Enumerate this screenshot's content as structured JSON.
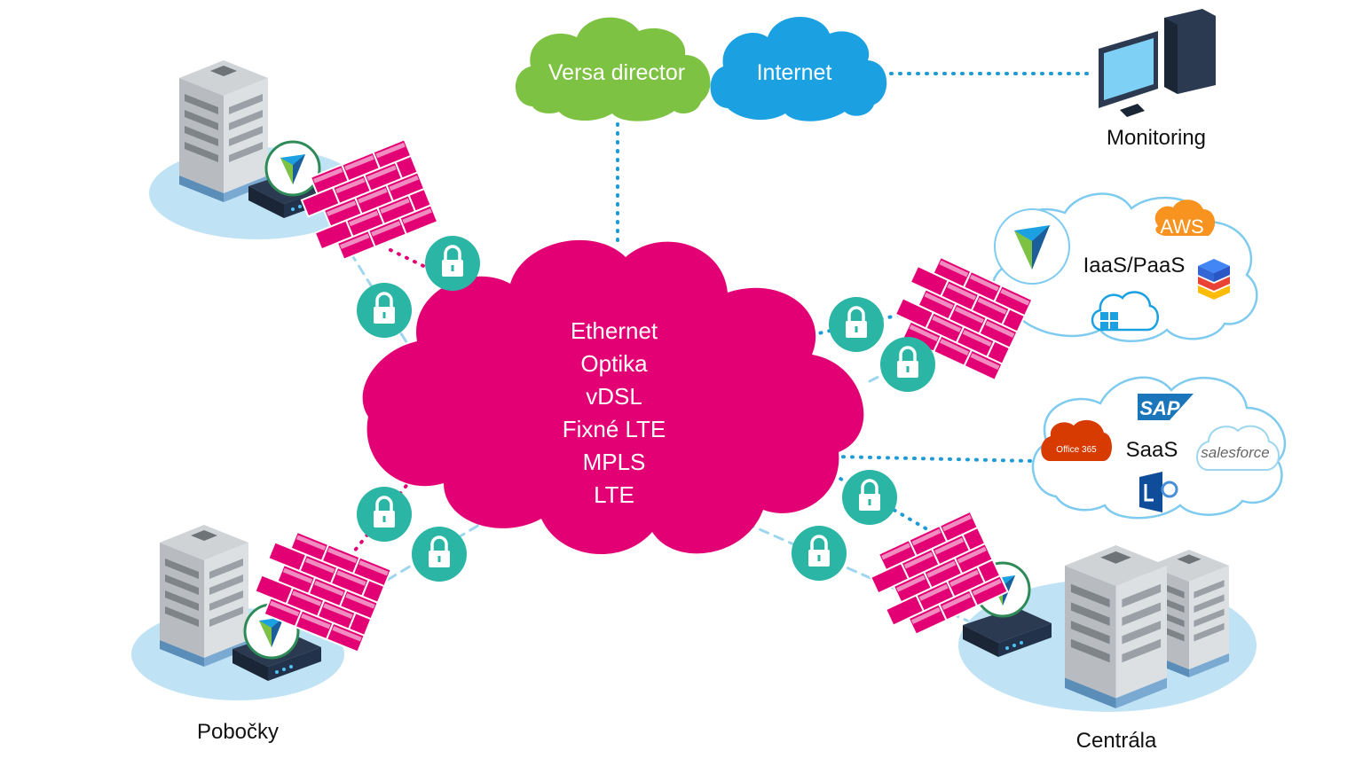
{
  "clouds": {
    "director": "Versa director",
    "internet": "Internet",
    "iaas": "IaaS/PaaS",
    "aws": "AWS",
    "saas": "SaaS",
    "sap": "SAP",
    "office365": "Office 365",
    "salesforce": "salesforce"
  },
  "network": {
    "lines": [
      "Ethernet",
      "Optika",
      "vDSL",
      "Fixné LTE",
      "MPLS",
      "LTE"
    ]
  },
  "labels": {
    "monitoring": "Monitoring",
    "branches": "Pobočky",
    "headquarters": "Centrála"
  },
  "colors": {
    "magenta": "#E20074",
    "green_cloud": "#7DC242",
    "blue_cloud": "#1BA1E2",
    "teal_lock": "#2BB5A4",
    "light_blue_base": "#BFE3F5",
    "dotted_blue": "#1E9AD6",
    "dashed_light": "#9DD6EE"
  },
  "icons": [
    "versa-logo-icon",
    "lock-icon",
    "firewall-icon",
    "server-building-icon",
    "router-box-icon",
    "computer-monitor-icon",
    "azure-cloud-icon",
    "lync-icon",
    "stack-icon"
  ]
}
